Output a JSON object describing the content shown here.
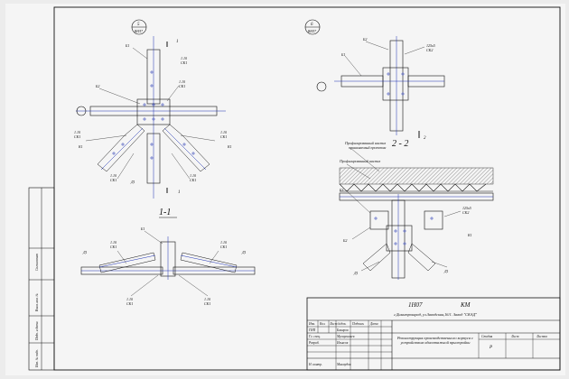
{
  "details": {
    "detail5": {
      "num": "5",
      "sheet": "ВНЛ7"
    },
    "detail6": {
      "num": "6",
      "sheet": "ВНЛ7"
    },
    "section11": "1-1",
    "section22": "2 - 2",
    "cut1": "1",
    "cut2": "2"
  },
  "labels": {
    "b1": "Б1",
    "b2": "Б2",
    "b3": "Б3",
    "d1": "Д1",
    "d2": "Д2",
    "k1": "К1",
    "v1": "В1",
    "s1": "Ш1",
    "weld_110": "1.10",
    "weld_sk": "СК1",
    "weld_125": "125x5",
    "weld_sk2": "СК2",
    "note_prof": "Профилированный настил",
    "note_prof2": "Профилированный настил",
    "note_prof3": "принимаемый проектом"
  },
  "sidebar": {
    "agreed": "Согласовано",
    "inv_orig": "Взам. инв. №",
    "sign": "Подп. и дата",
    "inv_podl": "Инв. № подл."
  },
  "stamp": {
    "code": "1Н07",
    "mark": "КМ",
    "address": "г.Димитровград, ул.Заводская,16/1. Завод \"СКАД\"",
    "cols": [
      "Изм.",
      "Кол.",
      "Лист",
      "№док.",
      "Подпись",
      "Дата"
    ],
    "rows": [
      {
        "role": "ГИП",
        "name": "Бакиров"
      },
      {
        "role": "Гл. спец.",
        "name": "Мусаргалиев"
      },
      {
        "role": "Разраб.",
        "name": "Ильясов"
      },
      {
        "role": "",
        "name": ""
      },
      {
        "role": "Н. контр.",
        "name": "Махмудов"
      }
    ],
    "title": "Реконструкция производственного корпуса с устройством одноэтажной пристройки",
    "stage_label": "Стадия",
    "sheet_label": "Лист",
    "sheets_label": "Листов",
    "stage": "Р"
  }
}
